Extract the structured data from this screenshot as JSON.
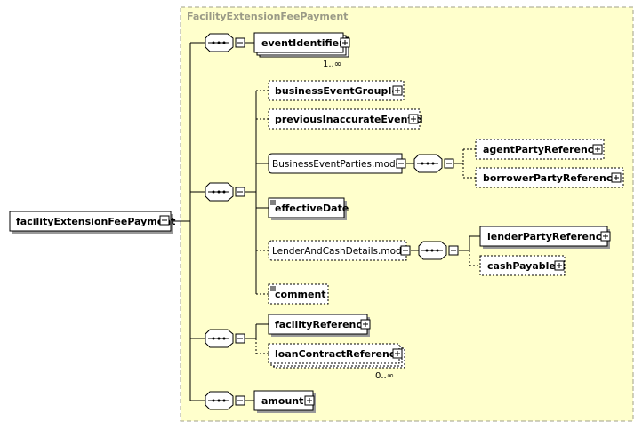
{
  "diagram": {
    "group_title": "FacilityExtensionFeePayment",
    "root": "facilityExtensionFeePayment",
    "elements": {
      "event_identifier": "eventIdentifier",
      "event_identifier_card": "1..∞",
      "business_event_group_id": "businessEventGroupId",
      "previous_inaccurate_event_id": "previousInaccurateEventId",
      "business_event_parties_model": "BusinessEventParties.model",
      "agent_party_reference": "agentPartyReference",
      "borrower_party_reference": "borrowerPartyReference",
      "effective_date": "effectiveDate",
      "lender_and_cash_details_model": "LenderAndCashDetails.model",
      "lender_party_reference": "lenderPartyReference",
      "cash_payable": "cashPayable",
      "comment": "comment",
      "facility_reference": "facilityReference",
      "loan_contract_reference": "loanContractReference",
      "loan_contract_reference_card": "0..∞",
      "amount": "amount"
    }
  },
  "colors": {
    "group_fill": "#ffffcc",
    "group_border": "#a0a088",
    "group_title": "#9a9a86"
  }
}
